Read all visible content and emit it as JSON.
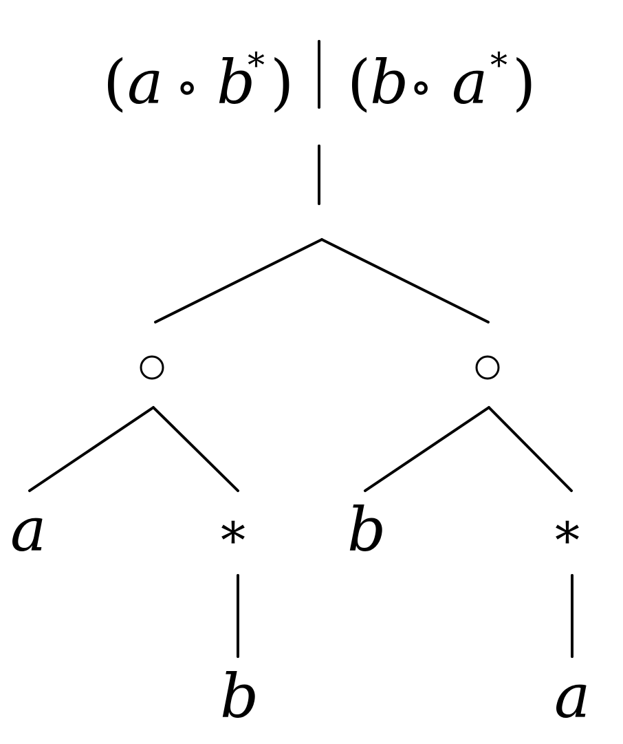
{
  "expression": {
    "open1": "(",
    "a1": "a",
    "op1": "∘",
    "b1": "b",
    "star1": "*",
    "close1": ")",
    "bar": "|",
    "open2": "(",
    "b2": "b",
    "op2": "∘",
    "a2": "a",
    "star2": "*",
    "close2": ")"
  },
  "tree": {
    "left_concat": "∘",
    "right_concat": "∘",
    "left_leaf": "a",
    "left_star": "*",
    "left_star_child": "b",
    "right_leaf": "b",
    "right_star": "*",
    "right_star_child": "a"
  }
}
